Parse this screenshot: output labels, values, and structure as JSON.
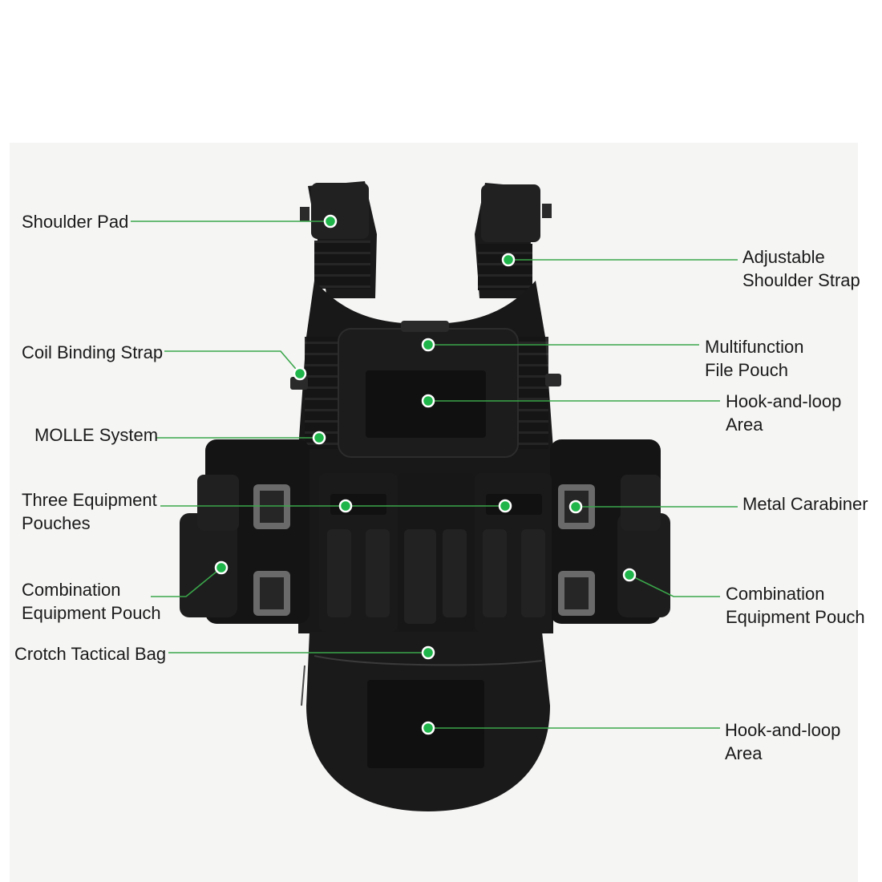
{
  "colors": {
    "accent": "#1fb54a",
    "dot_border": "#ffffff",
    "leader": "#3aa64a",
    "vest": "#161616"
  },
  "callouts": [
    {
      "id": "shoulder-pad",
      "lines": [
        "Shoulder Pad"
      ]
    },
    {
      "id": "adjustable-shoulder-strap",
      "lines": [
        "Adjustable",
        "Shoulder Strap"
      ]
    },
    {
      "id": "coil-binding-strap",
      "lines": [
        "Coil Binding Strap"
      ]
    },
    {
      "id": "multifunction-file-pouch",
      "lines": [
        "Multifunction",
        "File Pouch"
      ]
    },
    {
      "id": "molle-system",
      "lines": [
        "MOLLE System"
      ]
    },
    {
      "id": "hook-and-loop-area-upper",
      "lines": [
        "Hook-and-loop",
        "Area"
      ]
    },
    {
      "id": "three-equipment-pouches",
      "lines": [
        "Three Equipment",
        "Pouches"
      ]
    },
    {
      "id": "metal-carabiner",
      "lines": [
        "Metal Carabiner"
      ]
    },
    {
      "id": "combination-equipment-pouch-left",
      "lines": [
        "Combination",
        "Equipment Pouch"
      ]
    },
    {
      "id": "combination-equipment-pouch-right",
      "lines": [
        "Combination",
        "Equipment Pouch"
      ]
    },
    {
      "id": "crotch-tactical-bag",
      "lines": [
        "Crotch Tactical Bag"
      ]
    },
    {
      "id": "hook-and-loop-area-lower",
      "lines": [
        "Hook-and-loop",
        "Area"
      ]
    }
  ]
}
